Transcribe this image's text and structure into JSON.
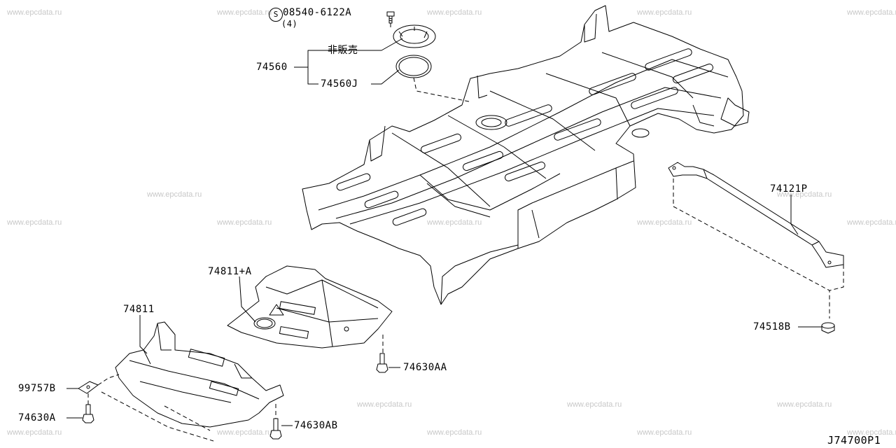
{
  "watermark": "www.epcdata.ru",
  "diagram_code": "J74700P1",
  "parts": {
    "screw": {
      "code": "08540-6122A",
      "qty": "(4)",
      "symbol": "S"
    },
    "not_for_sale": "非販売",
    "floor_grommet_group": "74560",
    "floor_grommet_seal": "74560J",
    "floor_member": "74121P",
    "undercover_rear": "74811+A",
    "undercover_front": "74811",
    "clip": "99757B",
    "bolt_a": "74630A",
    "bolt_aa": "74630AA",
    "bolt_ab": "74630AB",
    "nut_b": "74518B"
  }
}
